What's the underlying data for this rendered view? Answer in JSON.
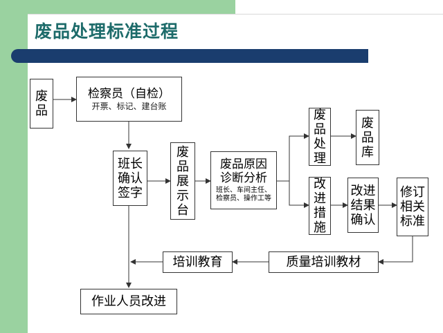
{
  "title": "废品处理标准过程",
  "nodes": {
    "scrap": {
      "label": "废品"
    },
    "inspector": {
      "label": "检察员（自检）",
      "sub": "开票、标记、建台账"
    },
    "team_leader": {
      "label": "班长确认签字"
    },
    "display": {
      "label": "废品展示台"
    },
    "diagnosis": {
      "label": "废品原因诊断分析",
      "sub": "班长、车间主任、检察员、操作工等"
    },
    "disposal": {
      "label": "废品处理"
    },
    "warehouse": {
      "label": "废品库"
    },
    "measures": {
      "label": "改进措施"
    },
    "confirm": {
      "label": "改进结果确认"
    },
    "revise": {
      "label": "修订相关标准"
    },
    "materials": {
      "label": "质量培训教材"
    },
    "training": {
      "label": "培训教育"
    },
    "operators": {
      "label": "作业人员改进"
    }
  },
  "colors": {
    "accent_green": "#9ad2a0",
    "title_color": "#1d6b6a",
    "title_bar": "#1a3d6e"
  }
}
